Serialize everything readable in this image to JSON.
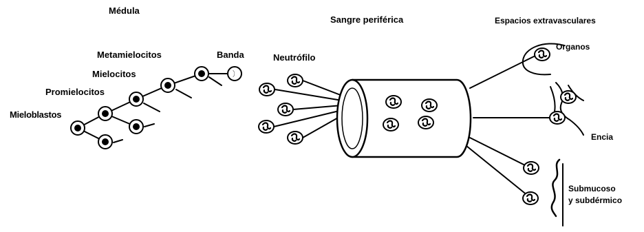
{
  "sections": {
    "marrow": "Médula",
    "blood": "Sangre periférica",
    "tissue": "Espacios extravasculares"
  },
  "stages": {
    "myeloblasts": "Mieloblastos",
    "promyelocytes": "Promielocitos",
    "myelocytes": "Mielocitos",
    "metamyelocytes": "Metamielocitos",
    "band": "Banda",
    "neutrophil": "Neutrófilo"
  },
  "sites": {
    "organs": "Organos",
    "gingiva": "Encia",
    "submucosal_line1": "Submucoso",
    "submucosal_line2": "y subdérmico"
  },
  "colors": {
    "ink": "#000000",
    "paper": "#ffffff"
  }
}
